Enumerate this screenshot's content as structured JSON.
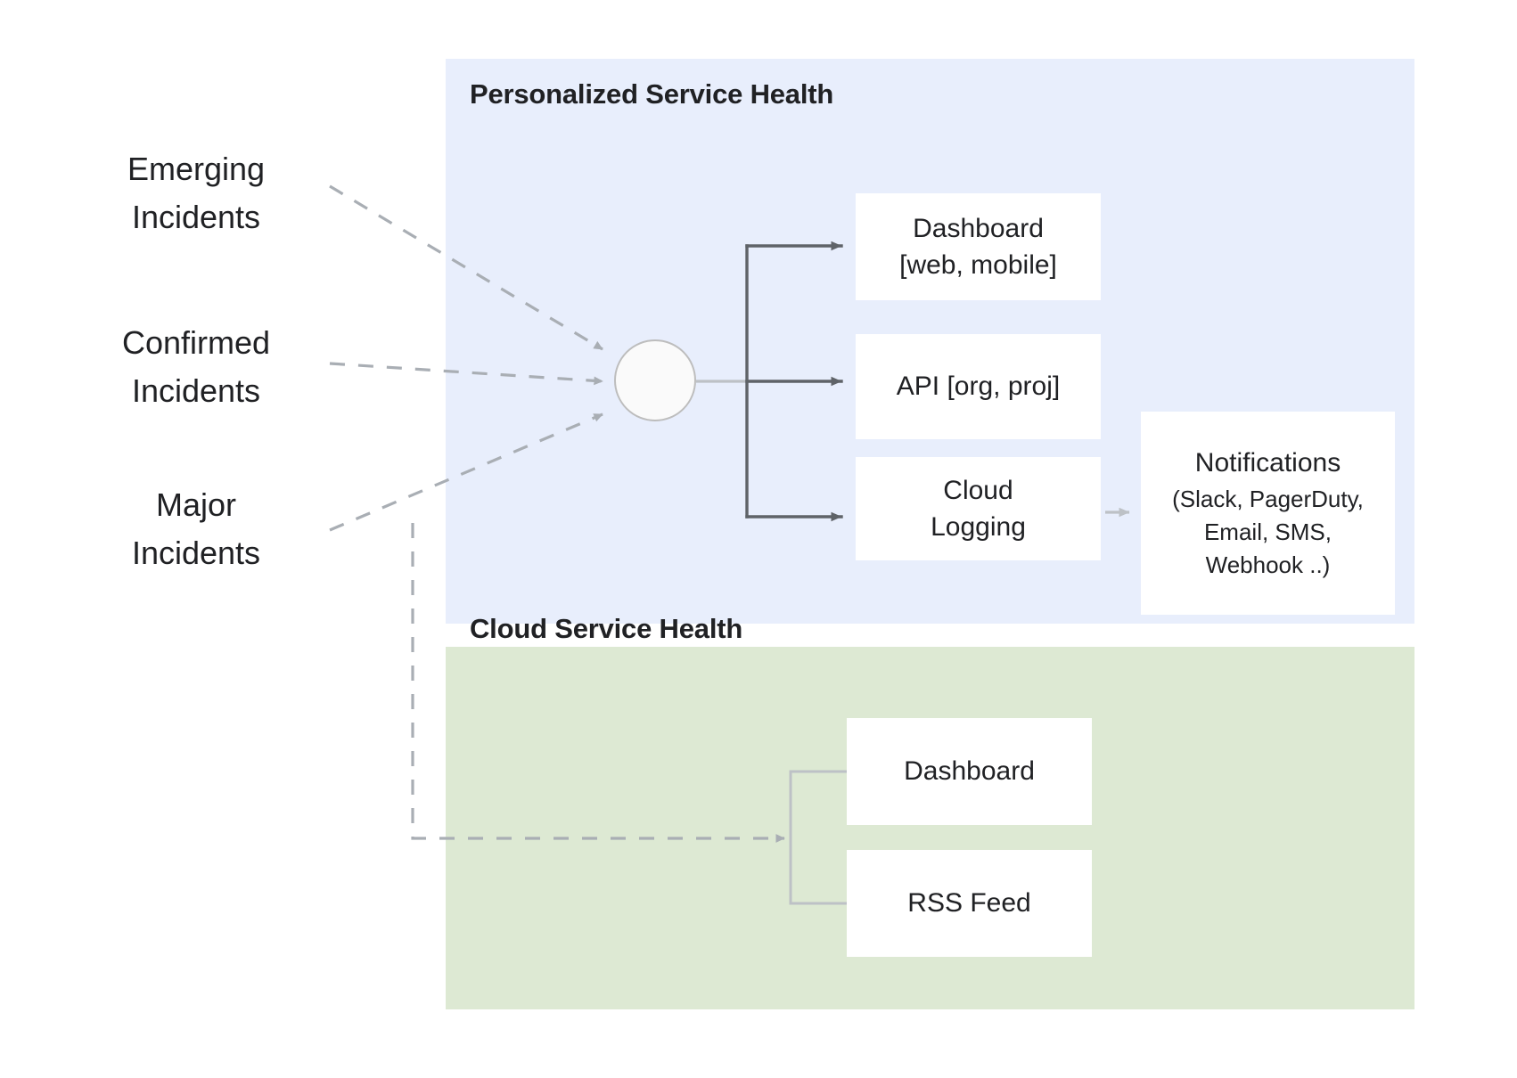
{
  "diagram": {
    "title_hidden": "",
    "inputs": [
      {
        "id": "emerging",
        "label": "Emerging\nIncidents"
      },
      {
        "id": "confirmed",
        "label": "Confirmed\nIncidents"
      },
      {
        "id": "major",
        "label": "Major\nIncidents"
      }
    ],
    "panels": [
      {
        "id": "personalized-service-health",
        "title": "Personalized Service Health",
        "color": "#e8eefc",
        "nodes": [
          {
            "id": "dashboard-web-mobile",
            "label": "Dashboard\n[web, mobile]"
          },
          {
            "id": "api-org-proj",
            "label": "API [org, proj]"
          },
          {
            "id": "cloud-logging",
            "label": "Cloud\nLogging"
          }
        ],
        "notifications": {
          "title": "Notifications",
          "subtitle": "(Slack, PagerDuty,\nEmail, SMS,\nWebhook ..)"
        }
      },
      {
        "id": "cloud-service-health",
        "title": "Cloud Service Health",
        "color": "#dde9d3",
        "nodes": [
          {
            "id": "dashboard",
            "label": "Dashboard"
          },
          {
            "id": "rss-feed",
            "label": "RSS Feed"
          }
        ]
      }
    ],
    "connectors": {
      "dashed_color": "#9aa0a6",
      "solid_dark_color": "#5f6368",
      "solid_light_color": "#bdc1c6",
      "hub_fill": "#fafafa",
      "hub_stroke": "#bdbdbd"
    }
  }
}
